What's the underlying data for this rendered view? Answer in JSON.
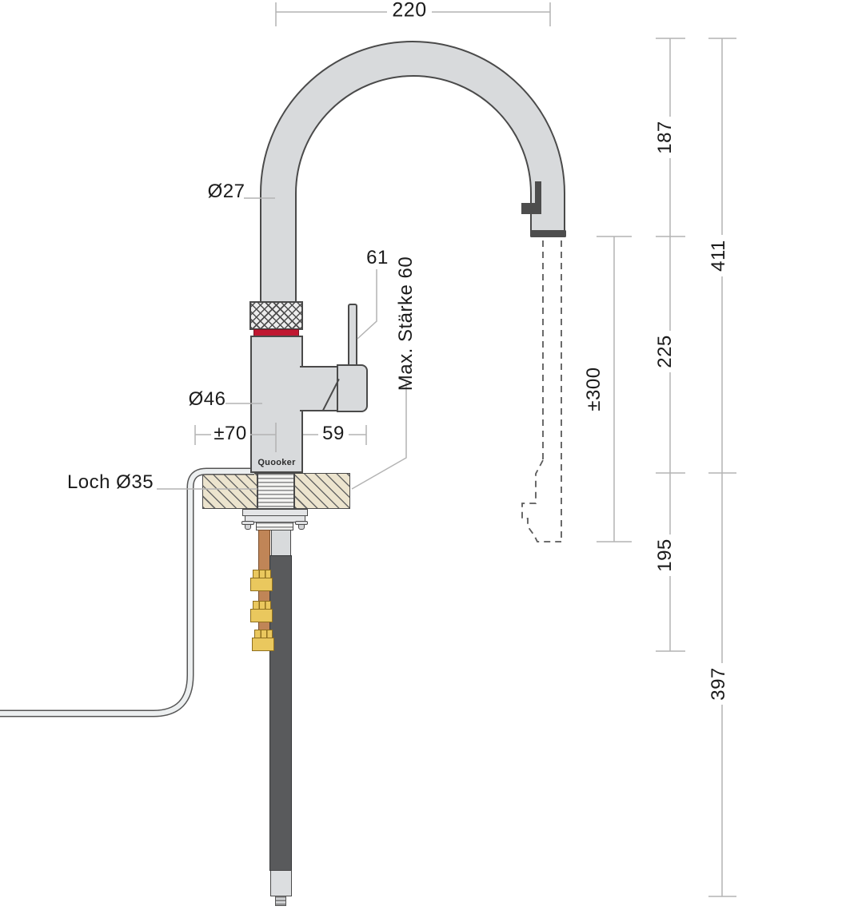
{
  "brand": {
    "logo_text": "Quooker"
  },
  "dimensions": {
    "spout_width": "220",
    "spout_tube_diameter": "Ø27",
    "handle_length": "61",
    "max_counter_thickness": "Max. Stärke 60",
    "body_diameter": "Ø46",
    "center_offset_left": "±70",
    "handle_reach": "59",
    "hole_diameter": "Loch Ø35",
    "hose_extension": "±300",
    "height_top_to_outlet": "187",
    "height_outlet_to_counter": "225",
    "height_total_above_counter": "411",
    "height_counter_to_connection": "195",
    "depth_below_counter": "397"
  },
  "colors": {
    "faucet_fill": "#d8dadc",
    "outline": "#4a4a4a",
    "accent_red_ring": "#c01731",
    "countertop_beige": "#ece4ce",
    "copper_pipe": "#c08557",
    "brass_fitting": "#eac85e",
    "flex_hose_dark": "#595a5c",
    "dimension_line": "#b3b3b3",
    "text": "#1b1b1b"
  }
}
